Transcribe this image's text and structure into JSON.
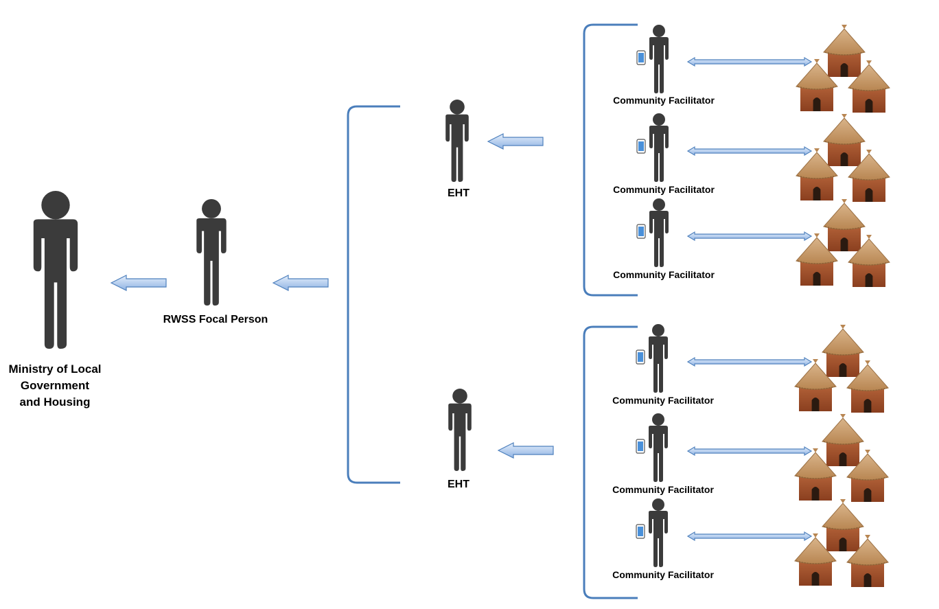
{
  "nodes": {
    "ministry": {
      "lines": [
        "Ministry of Local",
        "Government",
        "and Housing"
      ]
    },
    "focal": {
      "label": "RWSS Focal Person"
    },
    "eht_top": {
      "label": "EHT"
    },
    "eht_bottom": {
      "label": "EHT"
    },
    "facilitators": [
      {
        "label": "Community Facilitator"
      },
      {
        "label": "Community Facilitator"
      },
      {
        "label": "Community Facilitator"
      },
      {
        "label": "Community Facilitator"
      },
      {
        "label": "Community Facilitator"
      },
      {
        "label": "Community Facilitator"
      }
    ]
  },
  "icons": {
    "person": "person-icon",
    "phone": "mobile-phone-icon",
    "village": "hut-village-icon",
    "arrow": "left-arrow-icon",
    "two_way_arrow": "double-arrow-icon",
    "bracket": "bracket-line"
  },
  "colors": {
    "person": "#3b3b3b",
    "arrow_fill_light": "#dce9f8",
    "arrow_fill_dark": "#8fb3e3",
    "arrow_stroke": "#4f81bd",
    "bracket": "#4a7ebb",
    "hut_wall": "#a0522d",
    "hut_roof": "#c49a6c",
    "phone": "#4a90d9"
  }
}
